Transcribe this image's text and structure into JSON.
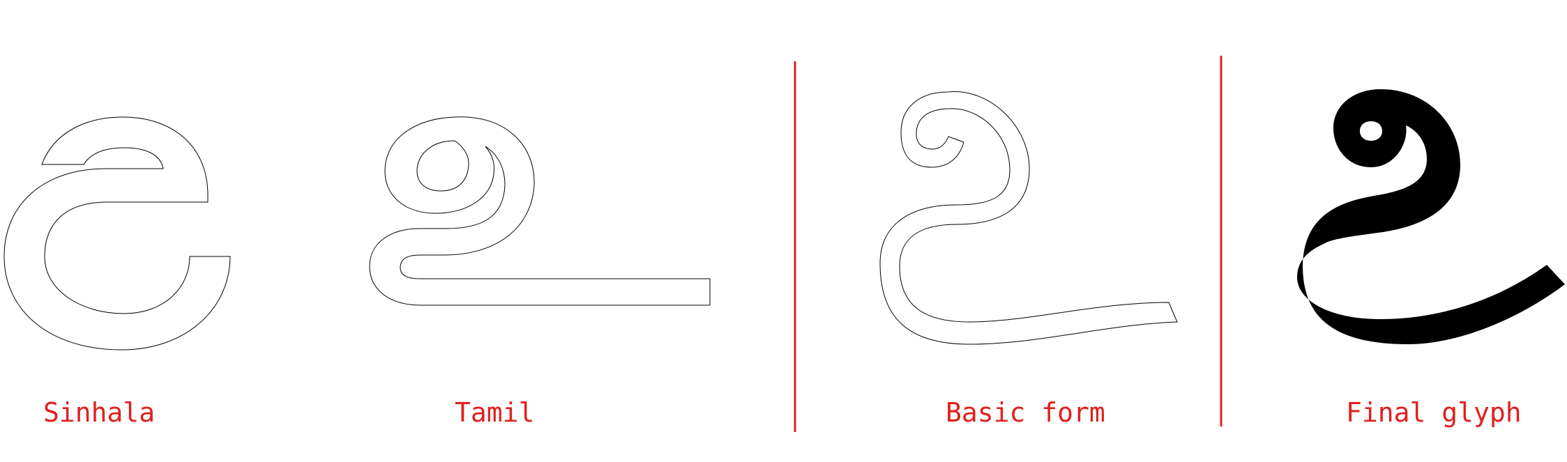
{
  "labels": {
    "sinhala": "Sinhala",
    "tamil": "Tamil",
    "basic_form": "Basic form",
    "final_glyph": "Final glyph"
  },
  "colors": {
    "label": "#e0201e",
    "divider": "#e0201e",
    "outline": "#000000",
    "fill": "#000000"
  }
}
